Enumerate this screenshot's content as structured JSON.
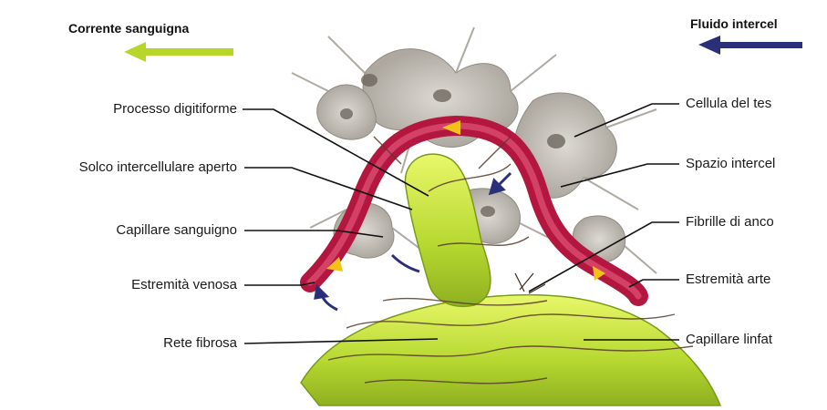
{
  "legend": {
    "blood_flow_label": "Corrente sanguigna",
    "blood_flow_color": "#b8d62a",
    "interstitial_fluid_label": "Fluido intercel",
    "interstitial_fluid_color": "#2a2f7a"
  },
  "labels_left": [
    "Processo digitiforme",
    "Solco intercellulare aperto",
    "Capillare sanguigno",
    "Estremità venosa",
    "Rete fibrosa"
  ],
  "labels_right": [
    "Cellula del tes",
    "Spazio intercel",
    "Fibrille di anco",
    "Estremità arte",
    "Capillare linfat"
  ],
  "colors": {
    "blood_capillary": "#c21f4a",
    "lymph_capillary": "#c6e53a",
    "tissue_cells": "#b5b0a8",
    "fibers": "#5a3a2a",
    "arrows": "#2a2f7a"
  }
}
